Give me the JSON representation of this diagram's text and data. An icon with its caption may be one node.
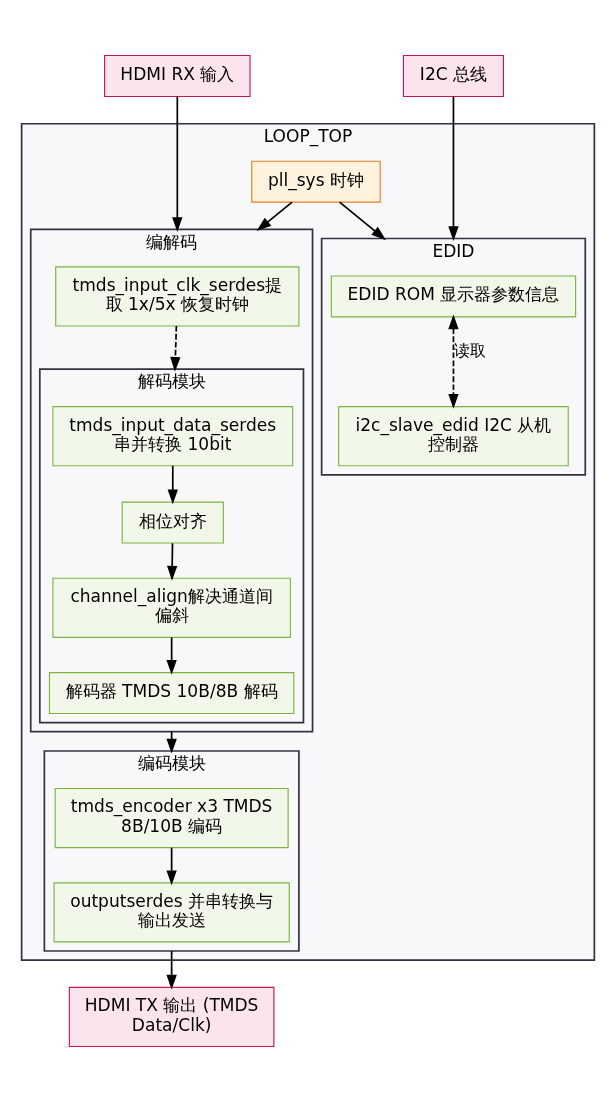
{
  "diagram": {
    "nodes": [
      {
        "text": [
          "HDMI RX 输入"
        ]
      },
      {
        "text": [
          "I2C 总线"
        ]
      },
      {
        "text": [
          "LOOP_TOP"
        ]
      },
      {
        "text": [
          "pll_sys 时钟"
        ],
        "in": 2
      },
      {
        "text": [
          "编解码"
        ],
        "in": 2
      },
      {
        "text": [
          "EDID"
        ],
        "in": 2
      },
      {
        "text": [
          "tmds_input_clk_serdes提取 1x/5x 恢复时钟"
        ],
        "in": 4
      },
      {
        "text": [
          "解码模块"
        ],
        "in": 4
      },
      {
        "text": [
          "tmds_input_data_serdes 串并转换 10bit"
        ],
        "in": 7
      },
      {
        "text": [
          "相位对齐"
        ],
        "in": 7
      },
      {
        "text": [
          "channel_align解决通道间偏斜"
        ],
        "in": 7
      },
      {
        "text": [
          "解码器 TMDS 10B/8B 解码"
        ],
        "in": 7
      },
      {
        "text": [
          "编码模块"
        ],
        "in": 2
      },
      {
        "text": [
          "tmds_encoder x3 TMDS 8B/10B 编码"
        ],
        "in": 12
      },
      {
        "text": [
          "outputserdes 并串转换与输出发送"
        ],
        "in": 12
      },
      {
        "text": [
          "EDID ROM 显示器参数信息"
        ],
        "in": 5
      },
      {
        "text": [
          "i2c_slave_edid I2C 从机控制器"
        ],
        "in": 5
      },
      {
        "text": [
          "HDMI TX 输出 (TMDS Data/Clk)"
        ]
      }
    ],
    "edges": [
      {
        "from": 0,
        "to": 4,
        "arrow": "to"
      },
      {
        "from": 3,
        "to": 4,
        "arrow": "to"
      },
      {
        "from": 3,
        "to": 5,
        "arrow": "to"
      },
      {
        "from": 1,
        "to": 5,
        "arrow": "to"
      },
      {
        "from": 6,
        "to": 7,
        "arrow": "to",
        "style": "dashed"
      },
      {
        "from": 8,
        "to": 9,
        "arrow": "to"
      },
      {
        "from": 9,
        "to": 10,
        "arrow": "to"
      },
      {
        "from": 10,
        "to": 11,
        "arrow": "to"
      },
      {
        "from": 4,
        "to": 12,
        "arrow": "to"
      },
      {
        "from": 13,
        "to": 14,
        "arrow": "to"
      },
      {
        "from": 12,
        "to": 17,
        "arrow": "to"
      },
      {
        "from": 15,
        "to": 16,
        "arrow": "both",
        "style": "dashed",
        "label": "读取"
      }
    ]
  }
}
